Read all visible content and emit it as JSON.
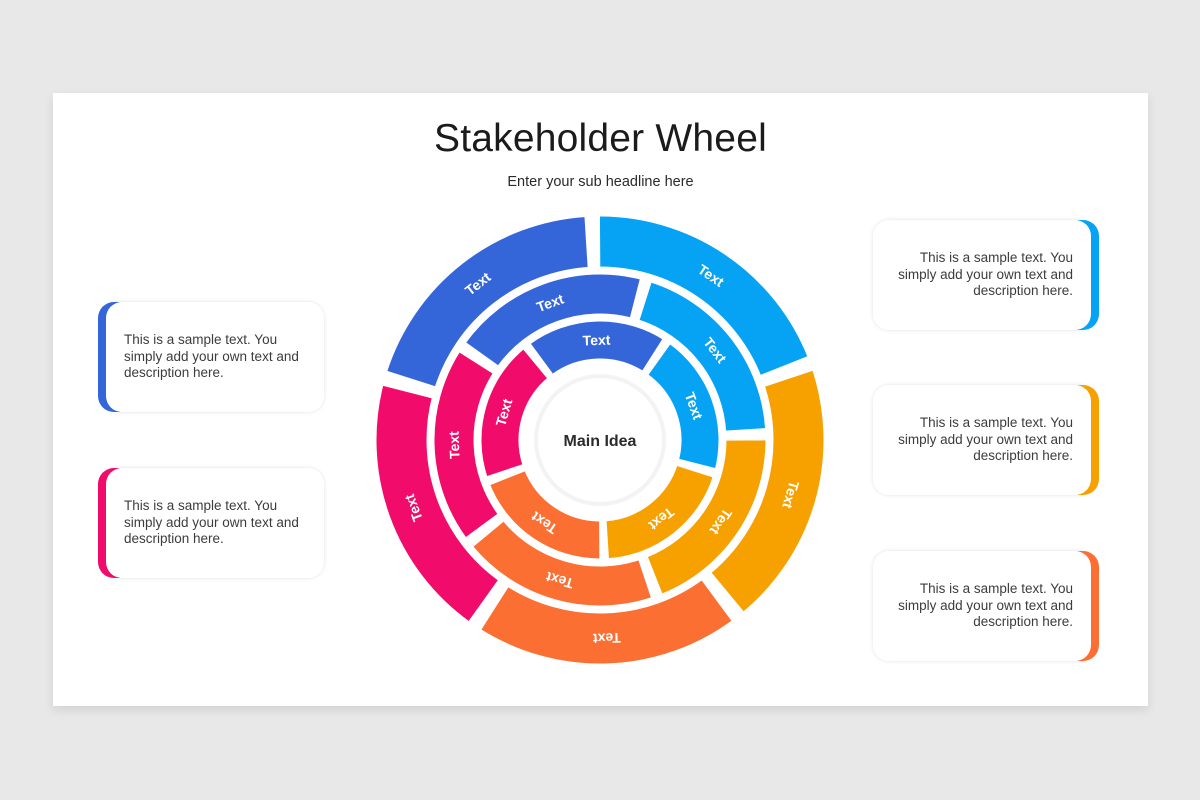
{
  "slide": {
    "title": "Stakeholder Wheel",
    "subtitle": "Enter your sub headline here"
  },
  "wheel": {
    "center_label": "Main Idea",
    "segment_label": "Text",
    "colors": {
      "blue": "#3566d9",
      "sky": "#06a3f4",
      "amber": "#f7a100",
      "orange": "#fb6f33",
      "pink": "#f10b6a"
    },
    "segments": [
      {
        "group": "blue",
        "ring": "outer",
        "label": "Text"
      },
      {
        "group": "blue",
        "ring": "middle",
        "label": "Text"
      },
      {
        "group": "blue",
        "ring": "inner",
        "label": "Text"
      },
      {
        "group": "sky",
        "ring": "outer",
        "label": "Text"
      },
      {
        "group": "sky",
        "ring": "middle",
        "label": "Text"
      },
      {
        "group": "sky",
        "ring": "inner",
        "label": "Text"
      },
      {
        "group": "amber",
        "ring": "outer",
        "label": "Text"
      },
      {
        "group": "amber",
        "ring": "middle",
        "label": "Text"
      },
      {
        "group": "amber",
        "ring": "inner",
        "label": "Text"
      },
      {
        "group": "orange",
        "ring": "outer",
        "label": "Text"
      },
      {
        "group": "orange",
        "ring": "middle",
        "label": "Text"
      },
      {
        "group": "orange",
        "ring": "inner",
        "label": "Text"
      },
      {
        "group": "pink",
        "ring": "outer",
        "label": "Text"
      },
      {
        "group": "pink",
        "ring": "middle",
        "label": "Text"
      },
      {
        "group": "pink",
        "ring": "inner",
        "label": "Text"
      }
    ]
  },
  "cards": {
    "left": [
      {
        "text": "This is a sample text. You simply add your own text and description here.",
        "color": "#3566d9"
      },
      {
        "text": "This is a sample text. You simply add your own text and description here.",
        "color": "#f10b6a"
      }
    ],
    "right": [
      {
        "text": "This is a sample text. You simply add your own text and description here.",
        "color": "#06a3f4"
      },
      {
        "text": "This is a sample text. You simply add your own text and description here.",
        "color": "#f7a100"
      },
      {
        "text": "This is a sample text. You simply add your own text and description here.",
        "color": "#fb6f33"
      }
    ]
  }
}
